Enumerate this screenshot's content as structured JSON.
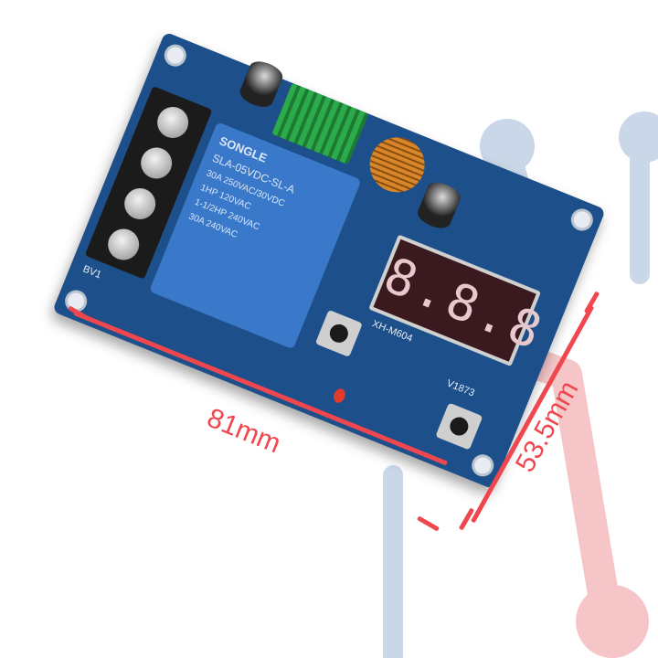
{
  "image": {
    "subject": "XH-M604 battery charge control module PCB with relay, heatsink, inductor, capacitors, 3-digit LED display and two push buttons",
    "background_color": "#ffffff",
    "decor_colors": {
      "blue_watermark": "#c9d7e8",
      "red_watermark": "#f5c5c8"
    }
  },
  "board": {
    "model": "XH-M604",
    "version": "V1873",
    "terminal_label": "BV1",
    "pcb_color": "#1d4f8a",
    "relay": {
      "brand": "SONGLE",
      "model": "SLA-05VDC-SL-A",
      "ratings": [
        "30A 250VAC/30VDC",
        "1HP 120VAC",
        "1-1/2HP 240VAC",
        "30A 240VAC"
      ],
      "color": "#3a78c9"
    },
    "display": {
      "digits": "8.8.8",
      "color": "#3a1a1f"
    },
    "led_color": "#e23b2e"
  },
  "dimensions": {
    "width_label": "81mm",
    "height_label": "53.5mm",
    "line_color": "#f0474f"
  }
}
